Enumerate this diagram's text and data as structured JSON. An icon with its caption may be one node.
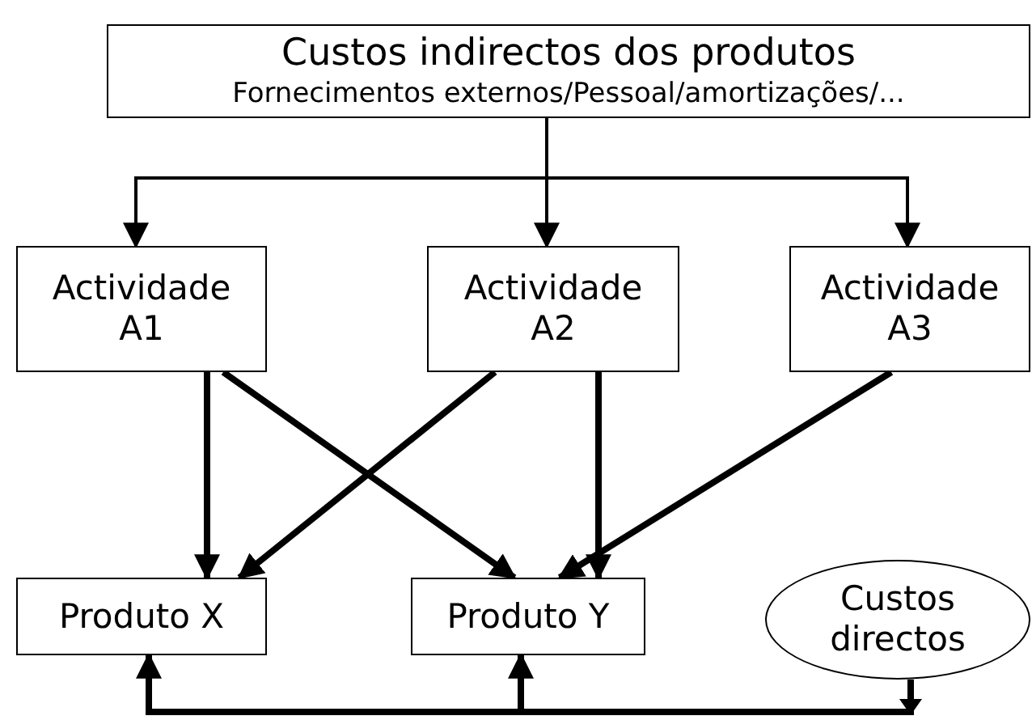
{
  "diagram": {
    "nodes": [
      {
        "text": [
          "Custos indirectos dos produtos",
          "Fornecimentos externos/Pessoal/amortizações/..."
        ]
      },
      {
        "text": [
          "Actividade A1"
        ]
      },
      {
        "text": [
          "Actividade A2"
        ]
      },
      {
        "text": [
          "Actividade A3"
        ]
      },
      {
        "text": [
          "Produto X"
        ]
      },
      {
        "text": [
          "Produto Y"
        ]
      },
      {
        "text": [
          "Custos directos"
        ]
      }
    ],
    "edges": [
      {
        "from": 0,
        "to": 1,
        "arrow": "to"
      },
      {
        "from": 0,
        "to": 2,
        "arrow": "to"
      },
      {
        "from": 0,
        "to": 3,
        "arrow": "to"
      },
      {
        "from": 1,
        "to": 4,
        "arrow": "to"
      },
      {
        "from": 1,
        "to": 5,
        "arrow": "to"
      },
      {
        "from": 2,
        "to": 4,
        "arrow": "to"
      },
      {
        "from": 2,
        "to": 5,
        "arrow": "to"
      },
      {
        "from": 3,
        "to": 5,
        "arrow": "to"
      },
      {
        "from": 6,
        "to": 4,
        "arrow": "to"
      },
      {
        "from": 6,
        "to": 5,
        "arrow": "to"
      }
    ]
  }
}
